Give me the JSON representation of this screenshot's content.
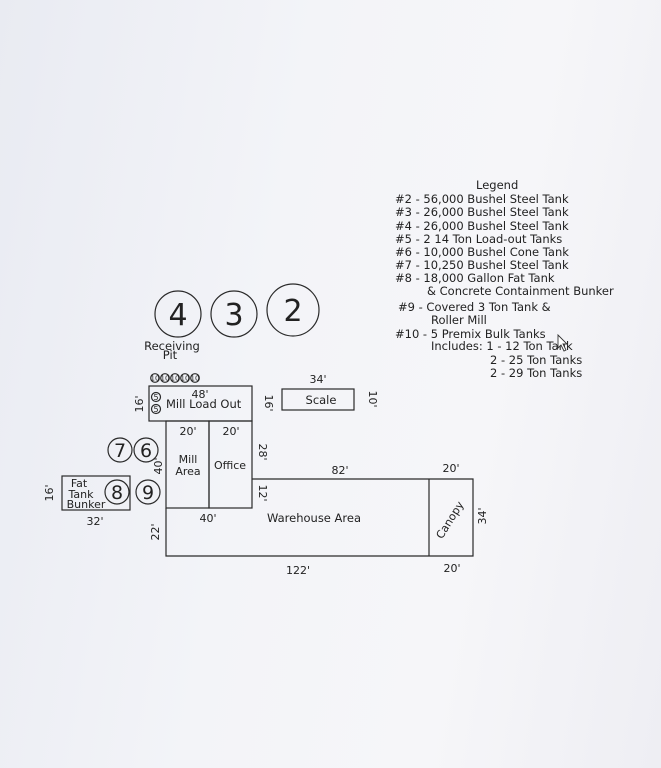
{
  "legend": {
    "title": "Legend",
    "lines": [
      "#2 - 56,000 Bushel Steel Tank",
      "#3 - 26,000 Bushel Steel Tank",
      "#4 - 26,000 Bushel Steel Tank",
      "#5 - 2 14 Ton Load-out Tanks",
      "#6 - 10,000 Bushel Cone Tank",
      "#7 - 10,250 Bushel Steel Tank",
      "#8 - 18,000 Gallon Fat Tank",
      "& Concrete Containment Bunker",
      "#9 - Covered 3 Ton Tank &",
      "Roller Mill",
      "#10 - 5 Premix Bulk Tanks",
      "Includes: 1 - 12 Ton Tank",
      "2 - 25 Ton Tanks",
      "2 - 29 Ton Tanks"
    ]
  },
  "tanks": {
    "t4": "4",
    "t3": "3",
    "t2": "2",
    "t7": "7",
    "t6": "6",
    "t8": "8",
    "t9": "9",
    "t5a": "5",
    "t5b": "5",
    "t10": [
      "10",
      "10",
      "10",
      "10",
      "10"
    ]
  },
  "areas": {
    "receiving_pit_line1": "Receiving",
    "receiving_pit_line2": "Pit",
    "mill_load_out": "Mill Load Out",
    "scale": "Scale",
    "mill_area_line1": "Mill",
    "mill_area_line2": "Area",
    "office": "Office",
    "warehouse": "Warehouse Area",
    "canopy": "Canopy",
    "fat_tank_line1": "Fat",
    "fat_tank_line2": "Tank",
    "fat_tank_line3": "Bunker"
  },
  "dimensions": {
    "load_out_width": "48'",
    "load_out_left_h": "16'",
    "load_out_right_h": "16'",
    "scale_width": "34'",
    "scale_height": "10'",
    "mill_width": "20'",
    "office_width": "20'",
    "office_height": "28'",
    "mill_height": "40'",
    "warehouse_top": "82'",
    "canopy_top": "20'",
    "canopy_height": "34'",
    "warehouse_step": "12'",
    "lower_left_width": "40'",
    "lower_left_height": "22'",
    "total_bottom": "122'",
    "canopy_bottom": "20'",
    "fat_height": "16'",
    "fat_width": "32'"
  }
}
